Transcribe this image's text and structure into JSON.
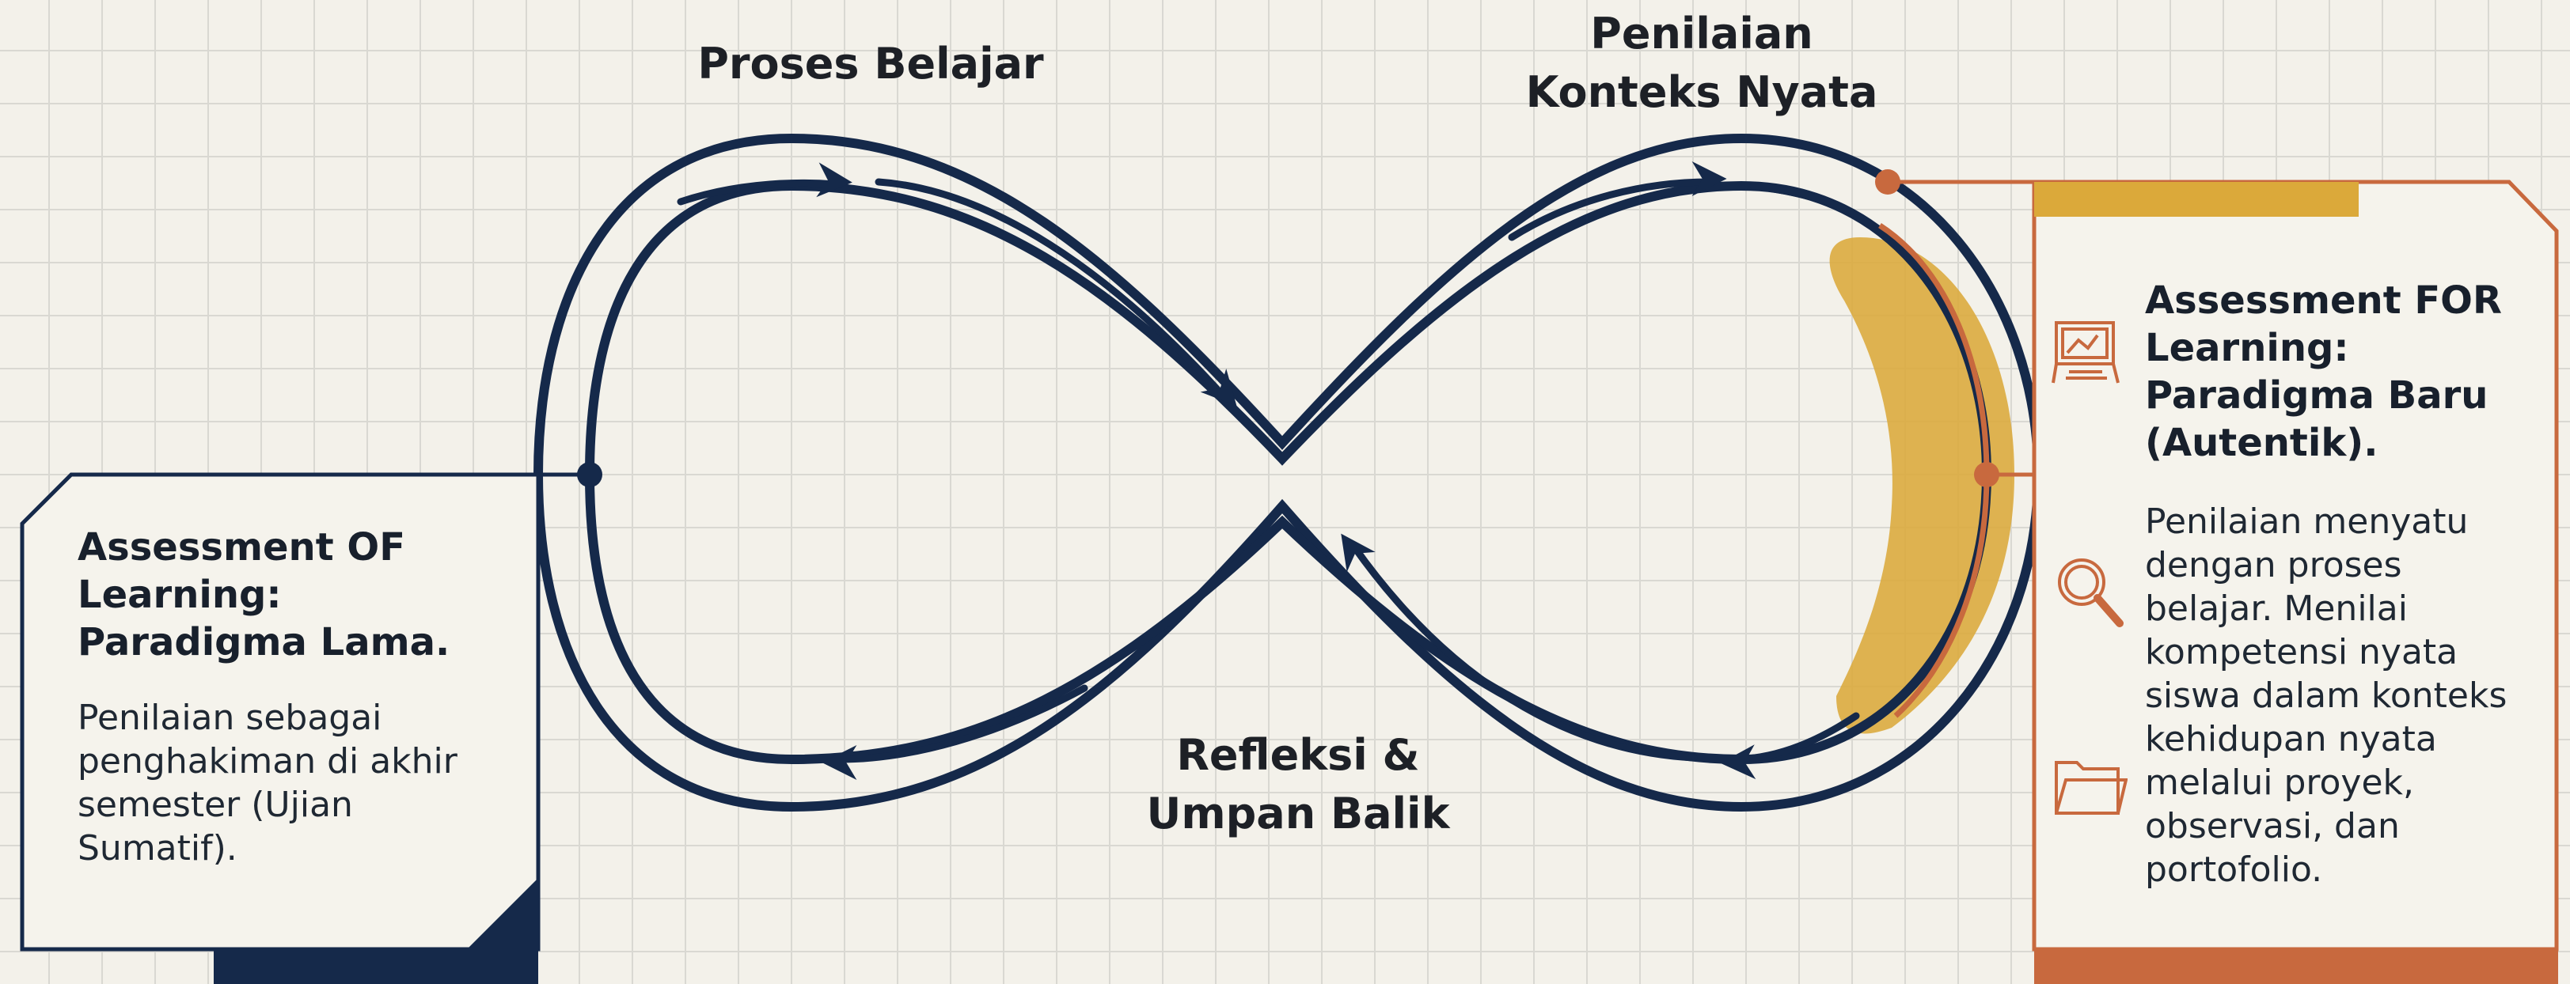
{
  "labels": {
    "proses_belajar": "Proses Belajar",
    "penilaian_konteks": [
      "Penilaian",
      "Konteks Nyata"
    ],
    "refleksi": [
      "Refleksi &",
      "Umpan Balik"
    ]
  },
  "left_box": {
    "title": [
      "Assessment OF",
      "Learning:",
      "Paradigma Lama."
    ],
    "description": [
      "Penilaian sebagai",
      "penghakiman di akhir",
      "semester (Ujian",
      "Sumatif)."
    ]
  },
  "right_box": {
    "title": [
      "Assessment FOR",
      "Learning:",
      "Paradigma Baru",
      "(Autentik)."
    ],
    "description": [
      "Penilaian menyatu",
      "dengan proses",
      "belajar. Menilai",
      "kompetensi nyata",
      "siswa dalam konteks",
      "kehidupan nyata",
      "melalui proyek,",
      "observasi, dan",
      "portofolio."
    ],
    "icons": [
      "presentation-board-icon",
      "magnifier-icon",
      "folder-icon"
    ]
  },
  "colors": {
    "navy": "#15294a",
    "orange": "#c8693e",
    "gold": "#dba93a",
    "background": "#f3f1ea"
  }
}
